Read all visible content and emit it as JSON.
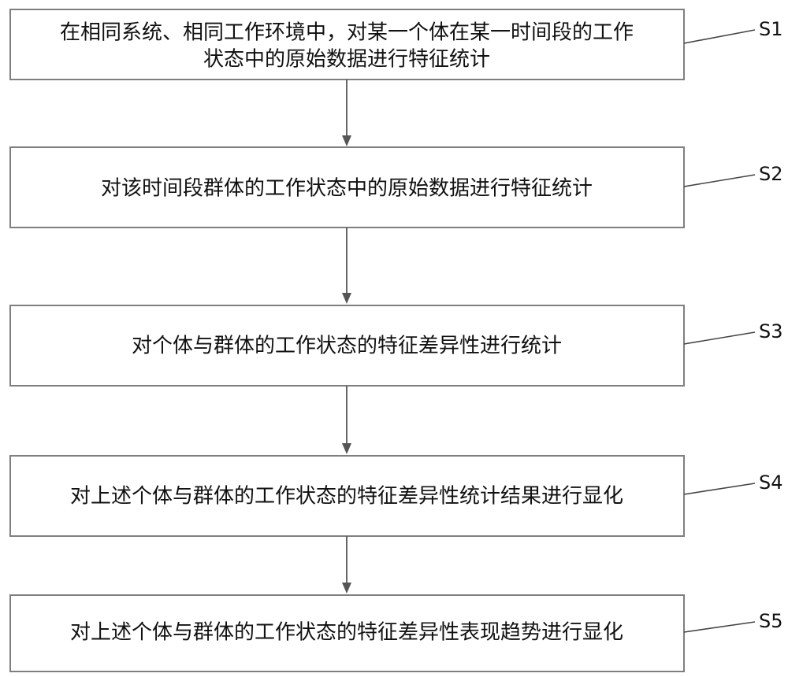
{
  "steps": [
    {
      "label": "S1",
      "lines": [
        "在相同系统、相同工作环境中，对某一个体在某一时间段的工作",
        "状态中的原始数据进行特征统计"
      ]
    },
    {
      "label": "S2",
      "lines": [
        "对该时间段群体的工作状态中的原始数据进行特征统计"
      ]
    },
    {
      "label": "S3",
      "lines": [
        "对个体与群体的工作状态的特征差异性进行统计"
      ]
    },
    {
      "label": "S4",
      "lines": [
        "对上述个体与群体的工作状态的特征差异性统计结果进行显化"
      ]
    },
    {
      "label": "S5",
      "lines": [
        "对上述个体与群体的工作状态的特征差异性表现趋势进行显化"
      ]
    }
  ]
}
